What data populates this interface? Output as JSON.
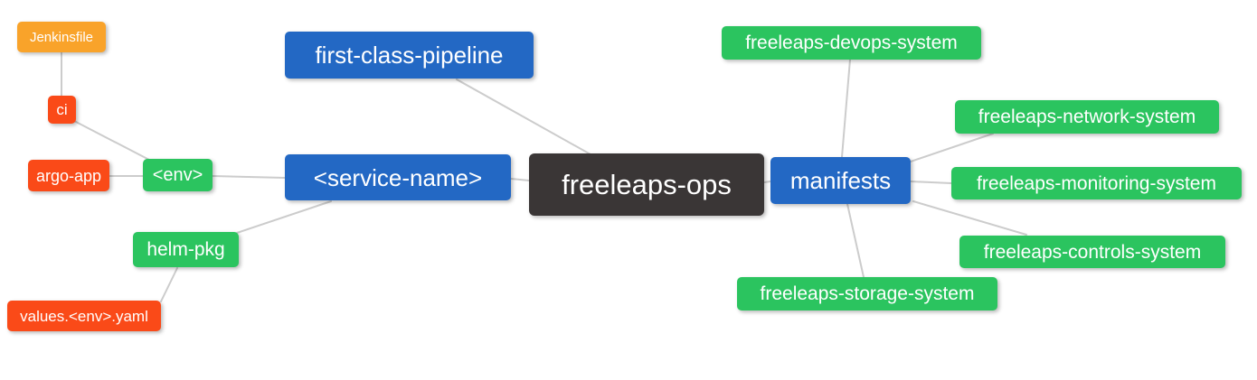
{
  "diagram": {
    "type": "mindmap",
    "root_label": "freeleaps-ops"
  },
  "palette": {
    "root_bg": "#3a3636",
    "branch_bg": "#2368c4",
    "leaf_green_bg": "#2bc45f",
    "leaf_red_bg": "#fa4a18",
    "leaf_orange_bg": "#f9a32a",
    "edge_color": "#cccccc",
    "text_color": "#ffffff"
  },
  "nodes": {
    "freeleaps_ops": {
      "label": "freeleaps-ops",
      "color": "#3a3636"
    },
    "first_class_pipeline": {
      "label": "first-class-pipeline",
      "color": "#2368c4"
    },
    "service_name": {
      "label": "<service-name>",
      "color": "#2368c4"
    },
    "manifests": {
      "label": "manifests",
      "color": "#2368c4"
    },
    "env": {
      "label": "<env>",
      "color": "#2bc45f"
    },
    "helm_pkg": {
      "label": "helm-pkg",
      "color": "#2bc45f"
    },
    "ci": {
      "label": "ci",
      "color": "#fa4a18"
    },
    "argo_app": {
      "label": "argo-app",
      "color": "#fa4a18"
    },
    "jenkinsfile": {
      "label": "Jenkinsfile",
      "color": "#f9a32a"
    },
    "values_env_yaml": {
      "label": "values.<env>.yaml",
      "color": "#fa4a18"
    },
    "devops_system": {
      "label": "freeleaps-devops-system",
      "color": "#2bc45f"
    },
    "network_system": {
      "label": "freeleaps-network-system",
      "color": "#2bc45f"
    },
    "monitoring_system": {
      "label": "freeleaps-monitoring-system",
      "color": "#2bc45f"
    },
    "controls_system": {
      "label": "freeleaps-controls-system",
      "color": "#2bc45f"
    },
    "storage_system": {
      "label": "freeleaps-storage-system",
      "color": "#2bc45f"
    }
  },
  "edges": [
    {
      "from": "freeleaps-ops",
      "to": "first-class-pipeline"
    },
    {
      "from": "freeleaps-ops",
      "to": "<service-name>"
    },
    {
      "from": "freeleaps-ops",
      "to": "manifests"
    },
    {
      "from": "<service-name>",
      "to": "<env>"
    },
    {
      "from": "<service-name>",
      "to": "helm-pkg"
    },
    {
      "from": "<env>",
      "to": "ci"
    },
    {
      "from": "<env>",
      "to": "argo-app"
    },
    {
      "from": "ci",
      "to": "Jenkinsfile"
    },
    {
      "from": "helm-pkg",
      "to": "values.<env>.yaml"
    },
    {
      "from": "manifests",
      "to": "freeleaps-devops-system"
    },
    {
      "from": "manifests",
      "to": "freeleaps-network-system"
    },
    {
      "from": "manifests",
      "to": "freeleaps-monitoring-system"
    },
    {
      "from": "manifests",
      "to": "freeleaps-controls-system"
    },
    {
      "from": "manifests",
      "to": "freeleaps-storage-system"
    }
  ]
}
